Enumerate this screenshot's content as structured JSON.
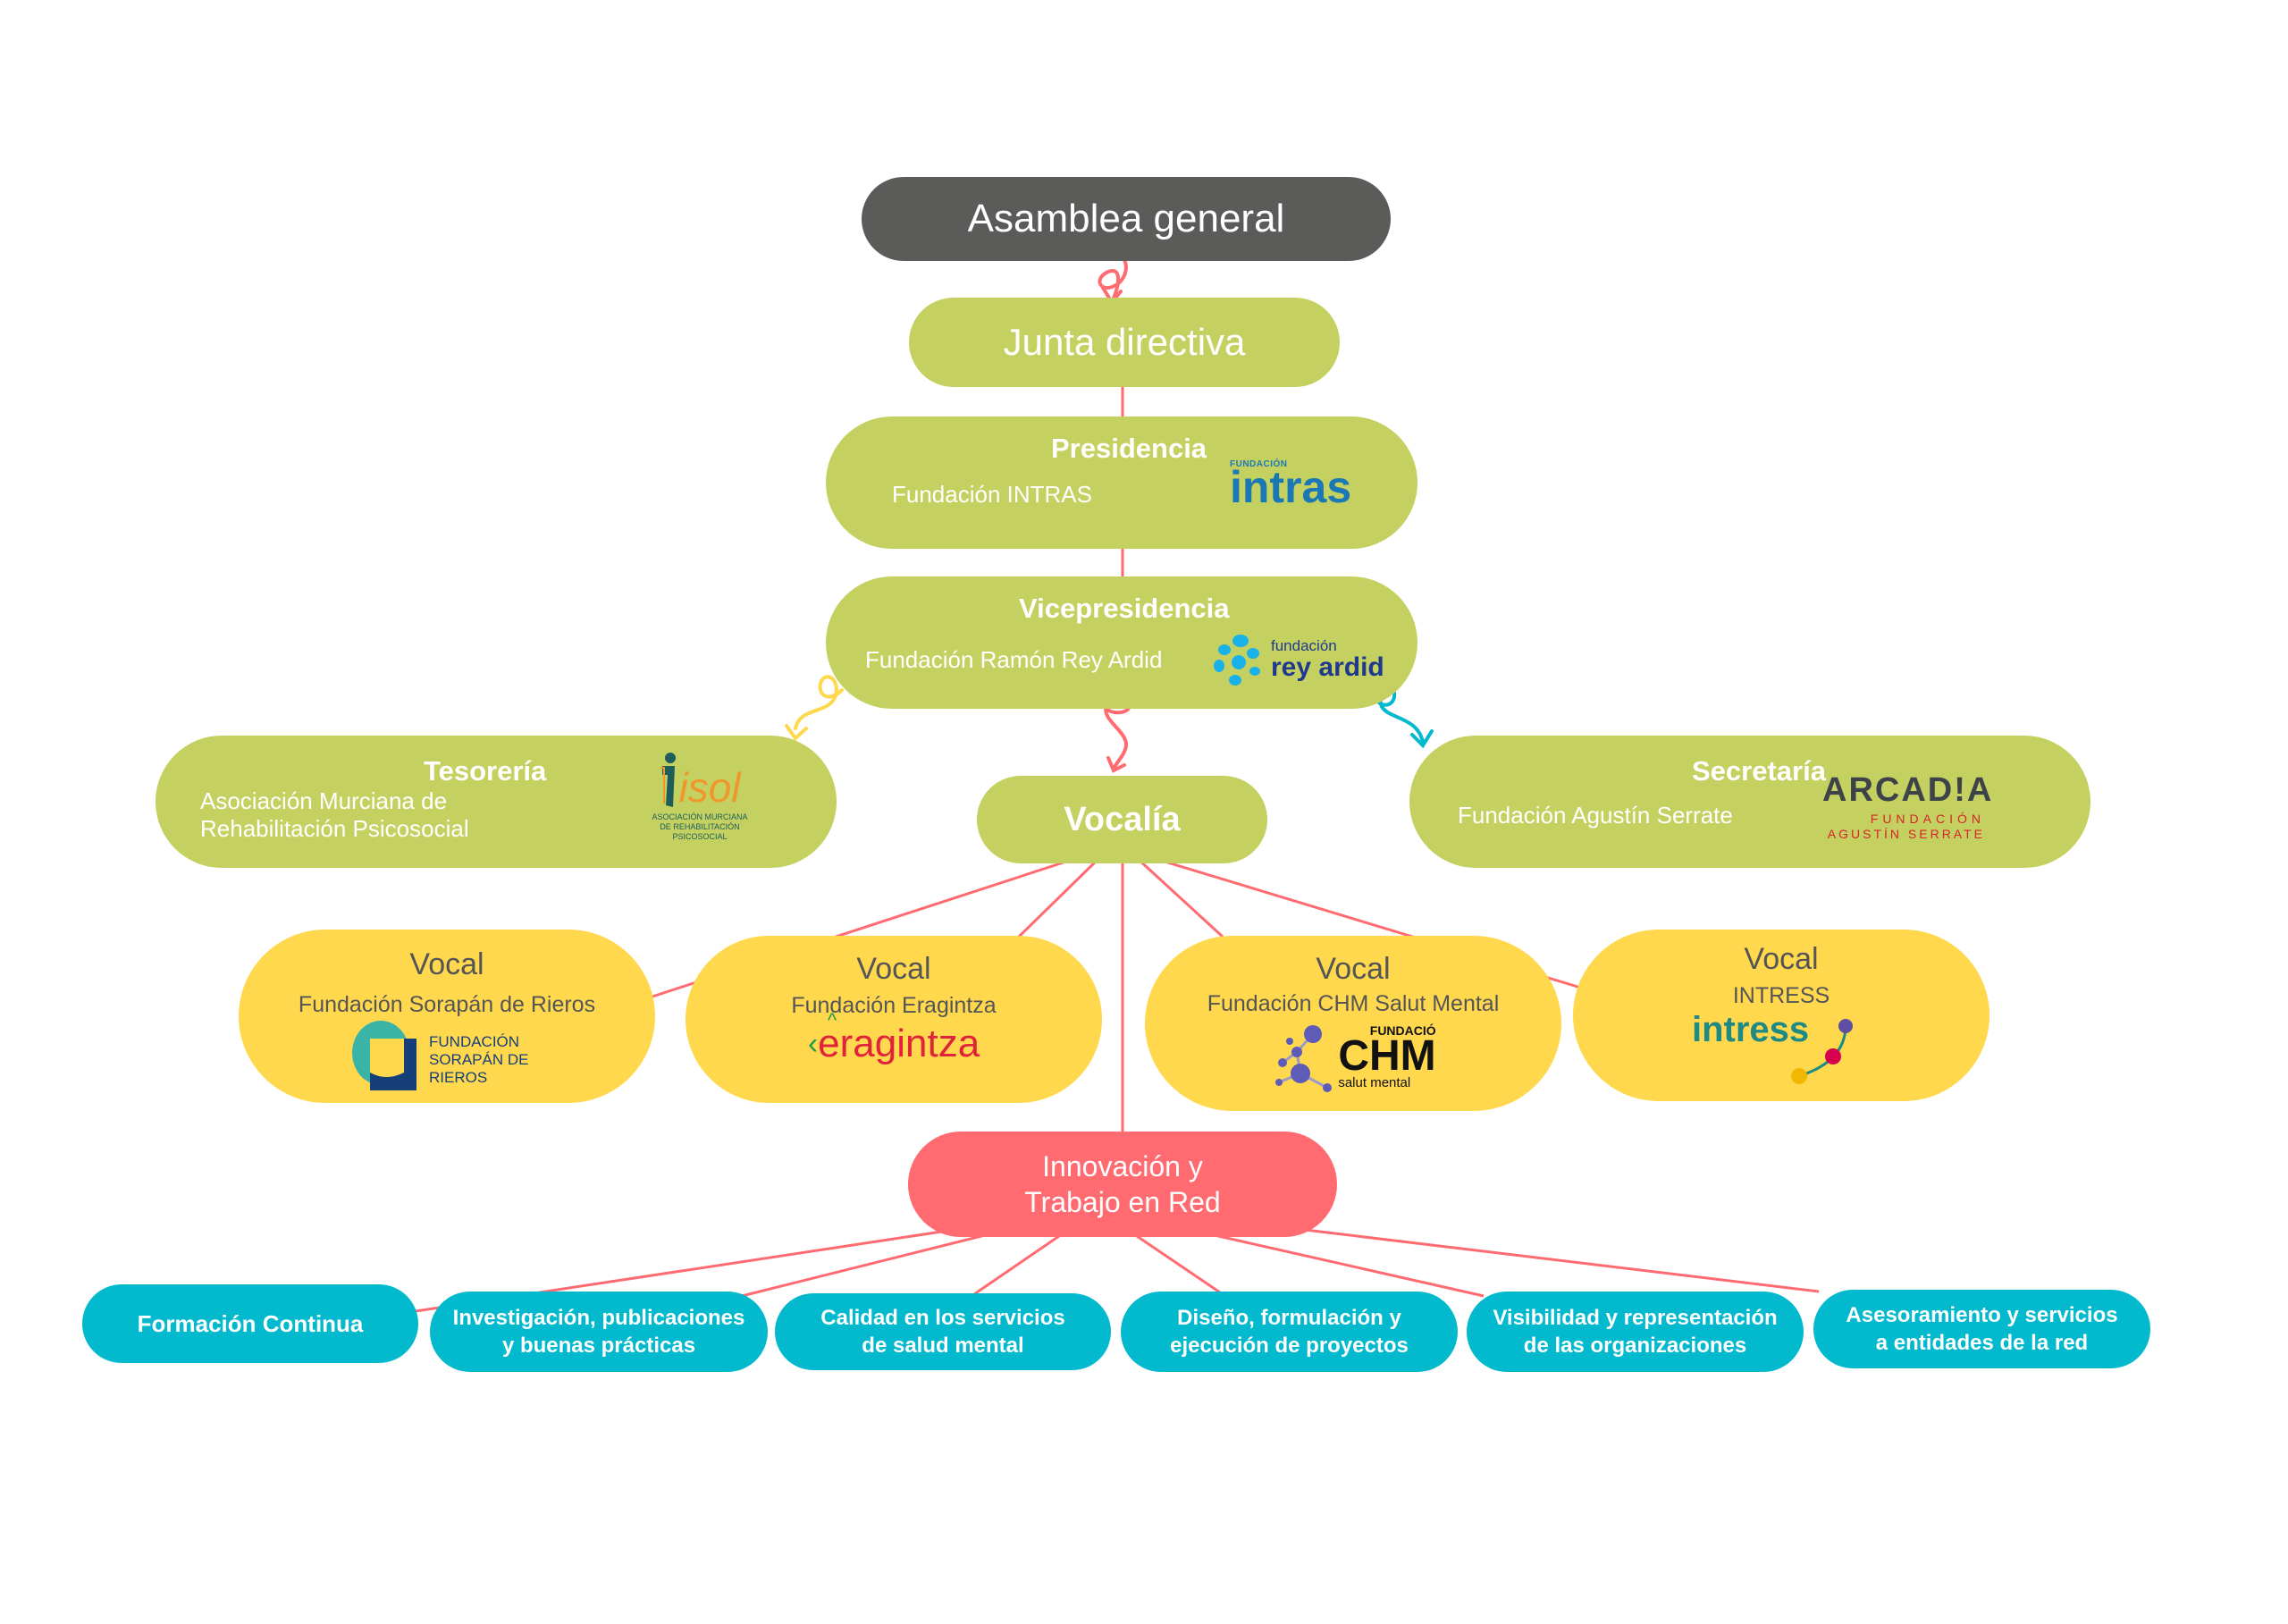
{
  "colors": {
    "dark": "#5b5b59",
    "green": "#c4d160",
    "yellow": "#ffd84e",
    "coral": "#ff6b70",
    "teal": "#02b9cd",
    "connector": "#ff6b70",
    "arrow_yellow": "#ffd84e",
    "arrow_teal": "#02b9cd"
  },
  "asamblea": {
    "label": "Asamblea general"
  },
  "junta": {
    "label": "Junta directiva"
  },
  "presidencia": {
    "title": "Presidencia",
    "org": "Fundación INTRAS",
    "logo": {
      "small": "FUNDACIÓN",
      "main": "intras"
    }
  },
  "vicepresidencia": {
    "title": "Vicepresidencia",
    "org": "Fundación Ramón Rey Ardid",
    "logo": {
      "small": "fundación",
      "main": "rey ardid"
    }
  },
  "tesoreria": {
    "title": "Tesorería",
    "org_line1": "Asociación Murciana de",
    "org_line2": "Rehabilitación Psicosocial",
    "logo": {
      "main": "isol",
      "sub1": "ASOCIACIÓN MURCIANA",
      "sub2": "DE REHABILITACIÓN PSICOSOCIAL"
    }
  },
  "vocalia": {
    "label": "Vocalía"
  },
  "secretaria": {
    "title": "Secretaría",
    "org": "Fundación Agustín Serrate",
    "logo": {
      "main": "ARCAD!A",
      "sub1": "FUNDACIÓN",
      "sub2": "AGUSTÍN SERRATE"
    }
  },
  "vocales": [
    {
      "title": "Vocal",
      "org": "Fundación Sorapán de Rieros",
      "logo": {
        "l1": "FUNDACIÓN",
        "l2": "SORAPÁN DE",
        "l3": "RIEROS"
      }
    },
    {
      "title": "Vocal",
      "org": "Fundación Eragintza",
      "logo": {
        "main": "eragintza"
      }
    },
    {
      "title": "Vocal",
      "org": "Fundación CHM Salut Mental",
      "logo": {
        "small": "FUNDACIÓ",
        "main": "CHM",
        "sub": "salut mental"
      }
    },
    {
      "title": "Vocal",
      "org": "INTRESS",
      "logo": {
        "main": "intress"
      }
    }
  ],
  "innovacion": {
    "line1": "Innovación y",
    "line2": "Trabajo en Red"
  },
  "areas": [
    {
      "line1": "Formación Continua",
      "line2": ""
    },
    {
      "line1": "Investigación, publicaciones",
      "line2": "y buenas prácticas"
    },
    {
      "line1": "Calidad en los servicios",
      "line2": "de salud mental"
    },
    {
      "line1": "Diseño, formulación y",
      "line2": "ejecución de proyectos"
    },
    {
      "line1": "Visibilidad y representación",
      "line2": "de las organizaciones"
    },
    {
      "line1": "Asesoramiento y servicios",
      "line2": "a entidades de la red"
    }
  ]
}
